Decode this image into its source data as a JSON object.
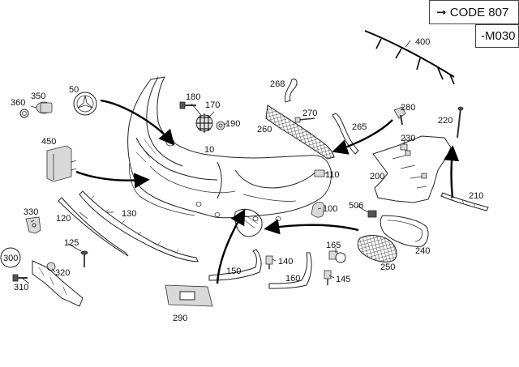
{
  "code_box": {
    "arrow_glyph": "➞",
    "code": "CODE 807",
    "variant": "-M030"
  },
  "parts": {
    "p10": "10",
    "p50": "50",
    "p100": "100",
    "p110": "110",
    "p120": "120",
    "p125": "125",
    "p130": "130",
    "p140": "140",
    "p145": "145",
    "p150": "150",
    "p160": "160",
    "p165": "165",
    "p170": "170",
    "p180": "180",
    "p190": "190",
    "p200": "200",
    "p210": "210",
    "p220": "220",
    "p230": "230",
    "p240": "240",
    "p250": "250",
    "p260": "260",
    "p265": "265",
    "p268": "268",
    "p270": "270",
    "p280": "280",
    "p290": "290",
    "p300": "300",
    "p310": "310",
    "p320": "320",
    "p330": "330",
    "p350": "350",
    "p360": "360",
    "p400": "400",
    "p450": "450",
    "p506": "506"
  }
}
